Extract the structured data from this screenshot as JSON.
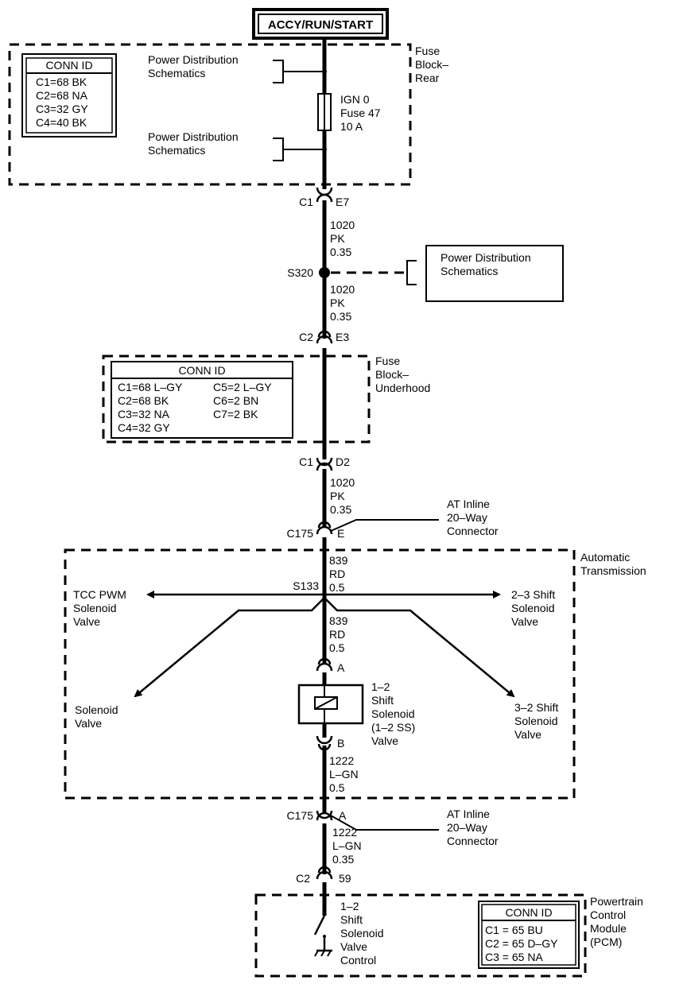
{
  "power_source": "ACCY/RUN/START",
  "fuse_block_rear": {
    "name": [
      "Fuse",
      "Block–",
      "Rear"
    ],
    "conn_id_title": "CONN ID",
    "conn_ids": [
      "C1=68 BK",
      "C2=68 NA",
      "C3=32 GY",
      "C4=40 BK"
    ],
    "pd_schematics_1": [
      "Power Distribution",
      "Schematics"
    ],
    "pd_schematics_2": [
      "Power Distribution",
      "Schematics"
    ],
    "fuse": [
      "IGN 0",
      "Fuse 47",
      "10 A"
    ]
  },
  "connector_c1_e7": {
    "left": "C1",
    "right": "E7"
  },
  "wire_1020_a": [
    "1020",
    "PK",
    "0.35"
  ],
  "splice_s320": "S320",
  "pd_schematics_box": [
    "Power Distribution",
    "Schematics"
  ],
  "wire_1020_b": [
    "1020",
    "PK",
    "0.35"
  ],
  "connector_c2_e3": {
    "left": "C2",
    "right": "E3"
  },
  "fuse_block_underhood": {
    "name": [
      "Fuse",
      "Block–",
      "Underhood"
    ],
    "conn_id_title": "CONN ID",
    "conn_ids_left": [
      "C1=68 L–GY",
      "C2=68 BK",
      "C3=32 NA",
      "C4=32 GY"
    ],
    "conn_ids_right": [
      "C5=2 L–GY",
      "C6=2 BN",
      "C7=2 BK"
    ]
  },
  "connector_c1_d2": {
    "left": "C1",
    "right": "D2"
  },
  "wire_1020_c": [
    "1020",
    "PK",
    "0.35"
  ],
  "at_inline_top": [
    "AT Inline",
    "20–Way",
    "Connector"
  ],
  "connector_c175_e": {
    "left": "C175",
    "right": "E"
  },
  "automatic_transmission": {
    "name": [
      "Automatic",
      "Transmission"
    ],
    "wire_839_a": [
      "839",
      "RD",
      "0.5"
    ],
    "splice_s133": "S133",
    "tcc_pwm": [
      "TCC PWM",
      "Solenoid",
      "Valve"
    ],
    "shift_23": [
      "2–3 Shift",
      "Solenoid",
      "Valve"
    ],
    "solenoid_valve": [
      "Solenoid",
      "Valve"
    ],
    "shift_32": [
      "3–2 Shift",
      "Solenoid",
      "Valve"
    ],
    "wire_839_b": [
      "839",
      "RD",
      "0.5"
    ],
    "pin_a": "A",
    "pin_b": "B",
    "shift_12": [
      "1–2",
      "Shift",
      "Solenoid",
      "(1–2 SS)",
      "Valve"
    ],
    "wire_1222_a": [
      "1222",
      "L–GN",
      "0.5"
    ]
  },
  "connector_c175_a": {
    "left": "C175",
    "right": "A"
  },
  "at_inline_bottom": [
    "AT Inline",
    "20–Way",
    "Connector"
  ],
  "wire_1222_b": [
    "1222",
    "L–GN",
    "0.35"
  ],
  "connector_c2_59": {
    "left": "C2",
    "right": "59"
  },
  "pcm": {
    "name": [
      "Powertrain",
      "Control",
      "Module",
      "(PCM)"
    ],
    "control": [
      "1–2",
      "Shift",
      "Solenoid",
      "Valve",
      "Control"
    ],
    "conn_id_title": "CONN ID",
    "conn_ids": [
      "C1 = 65 BU",
      "C2 = 65 D–GY",
      "C3 = 65 NA"
    ]
  }
}
